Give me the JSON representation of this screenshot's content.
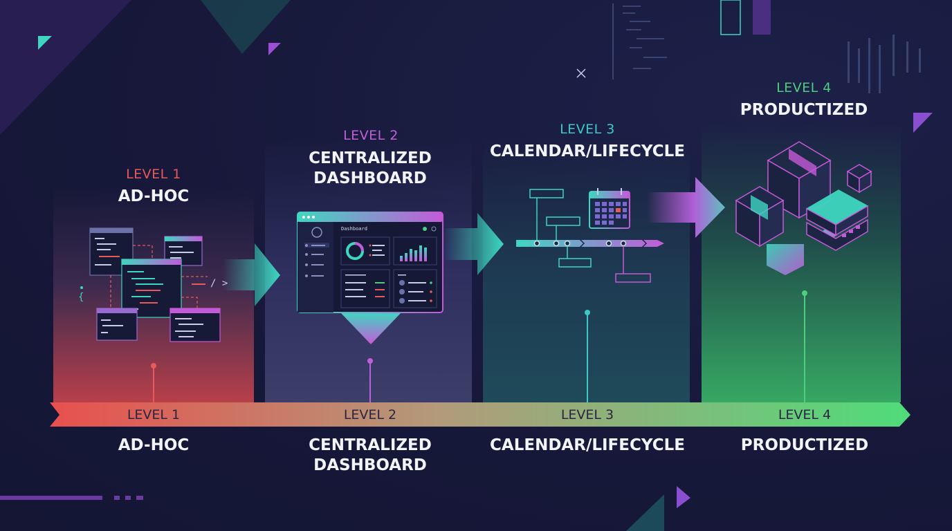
{
  "levels": [
    {
      "level": "LEVEL 1",
      "title": "AD-HOC",
      "bar_label": "LEVEL 1",
      "bottom_lines": [
        "AD-HOC"
      ],
      "color": "#e85a5a"
    },
    {
      "level": "LEVEL 2",
      "title_lines": [
        "CENTRALIZED",
        "DASHBOARD"
      ],
      "bar_label": "LEVEL 2",
      "bottom_lines": [
        "CENTRALIZED",
        "DASHBOARD"
      ],
      "color": "#c060d8"
    },
    {
      "level": "LEVEL 3",
      "title": "CALENDAR/LIFECYCLE",
      "bar_label": "LEVEL 3",
      "bottom_lines": [
        "CALENDAR/LIFECYCLE"
      ],
      "color": "#3fc8c8"
    },
    {
      "level": "LEVEL 4",
      "title": "PRODUCTIZED",
      "bar_label": "LEVEL 4",
      "bottom_lines": [
        "PRODUCTIZED"
      ],
      "color": "#4ccf7e"
    }
  ],
  "dashboard": {
    "title": "Dashboard"
  },
  "colors": {
    "bar_start": "#e8504e",
    "bar_mid": "#b29a7a",
    "bar_end": "#4fdc7a",
    "teal": "#3fd6c0",
    "purple": "#c45ad8"
  },
  "icons": [
    "code-window-icon",
    "dashboard-icon",
    "timeline-icon",
    "calendar-icon",
    "package-boxes-icon",
    "arrow-right-icon"
  ]
}
